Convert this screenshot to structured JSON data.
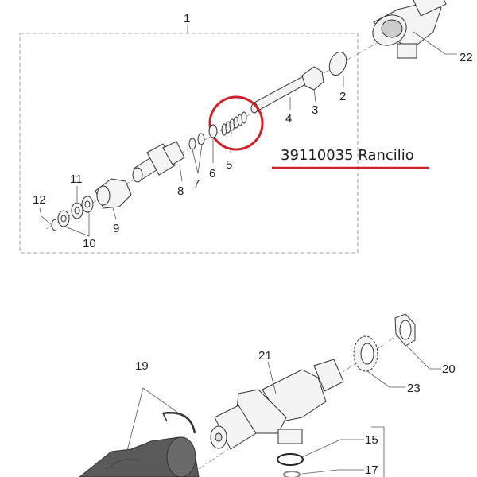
{
  "title": "Rancilio exploded parts diagram",
  "highlight": {
    "part_number_text": "39110035 Rancilio",
    "highlighted_item": "5",
    "accent_color": "#d0202a"
  },
  "callouts": {
    "c1": "1",
    "c2": "2",
    "c3": "3",
    "c4": "4",
    "c5": "5",
    "c6": "6",
    "c7": "7",
    "c8": "8",
    "c9": "9",
    "c10": "10",
    "c11": "11",
    "c12": "12",
    "c15": "15",
    "c17": "17",
    "c19": "19",
    "c20": "20",
    "c21": "21",
    "c22": "22",
    "c23": "23"
  }
}
